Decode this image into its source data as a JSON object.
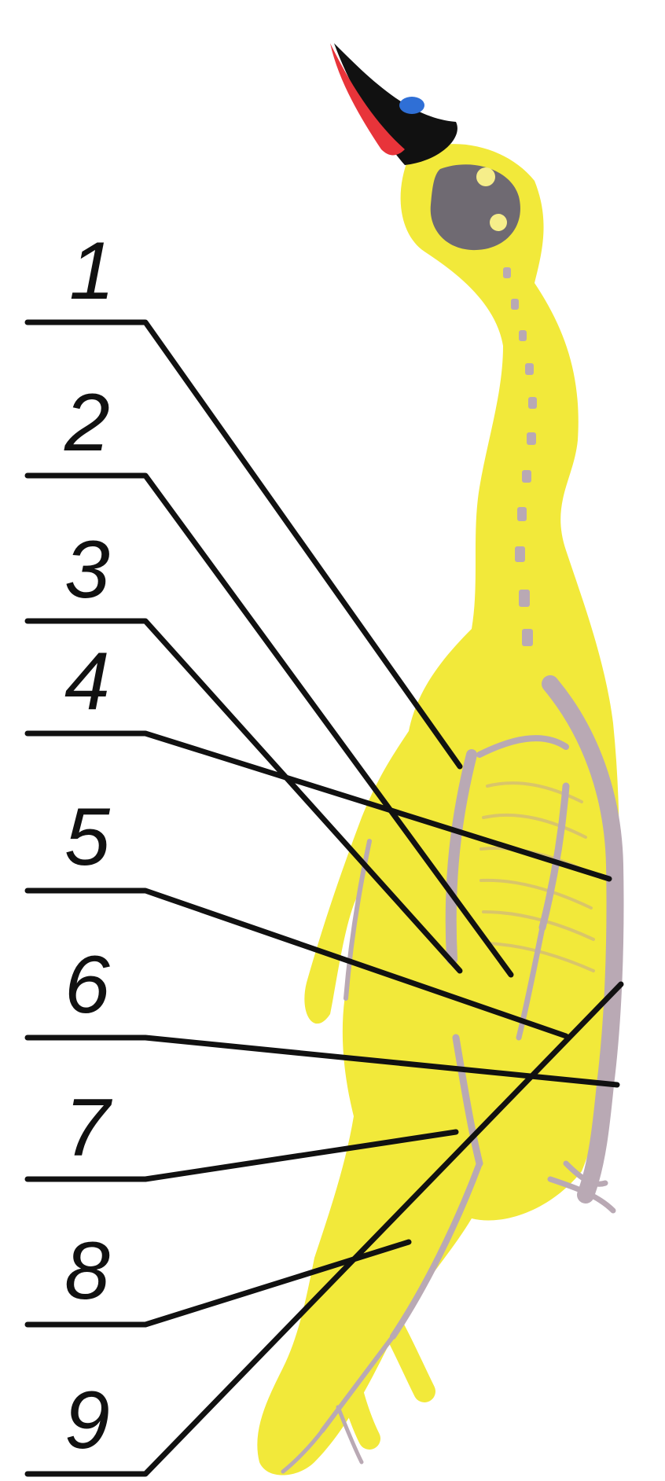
{
  "colors": {
    "body": "#f2e93a",
    "skeleton": "#b9a9b4",
    "beak_upper": "#e8343a",
    "beak_lower": "#111111",
    "beak_spot": "#2f6fd6",
    "eye_socket": "#6f6a72",
    "eye_dot": "#f6ee8a",
    "leader_lines": "#111111"
  },
  "labels": [
    {
      "id": "1",
      "text": "1"
    },
    {
      "id": "2",
      "text": "2"
    },
    {
      "id": "3",
      "text": "3"
    },
    {
      "id": "4",
      "text": "4"
    },
    {
      "id": "5",
      "text": "5"
    },
    {
      "id": "6",
      "text": "6"
    },
    {
      "id": "7",
      "text": "7"
    },
    {
      "id": "8",
      "text": "8"
    },
    {
      "id": "9",
      "text": "9"
    }
  ]
}
